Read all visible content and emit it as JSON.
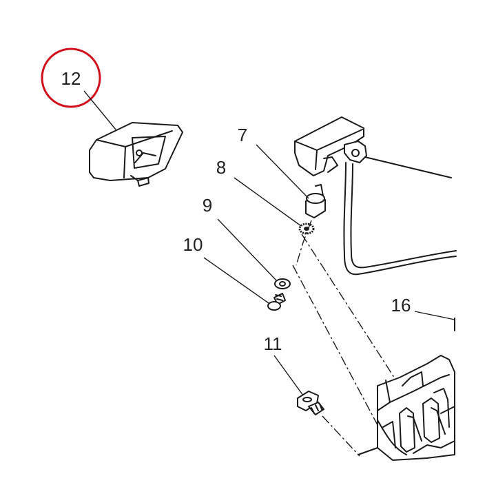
{
  "callouts": [
    {
      "id": "12",
      "label": "12",
      "highlighted": true
    },
    {
      "id": "7",
      "label": "7"
    },
    {
      "id": "8",
      "label": "8"
    },
    {
      "id": "9",
      "label": "9"
    },
    {
      "id": "10",
      "label": "10"
    },
    {
      "id": "11",
      "label": "11"
    },
    {
      "id": "16",
      "label": "16"
    }
  ],
  "colors": {
    "highlight_ring": "#d0101c",
    "line": "#1a1a1a",
    "text": "#222222"
  }
}
